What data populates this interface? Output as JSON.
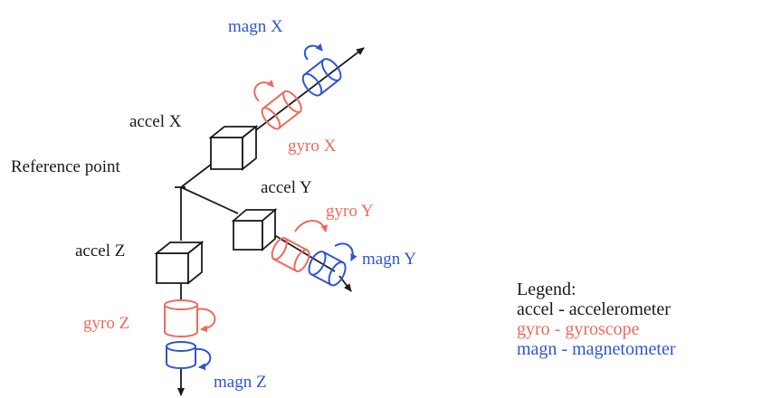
{
  "colors": {
    "black": "#1a1a1a",
    "gyro": "#f06a5a",
    "magn": "#2f54d6"
  },
  "labels": {
    "magn_x": "magn X",
    "accel_x": "accel X",
    "gyro_x": "gyro X",
    "reference_point": "Reference point",
    "accel_y": "accel Y",
    "gyro_y": "gyro Y",
    "magn_y": "magn Y",
    "accel_z": "accel Z",
    "gyro_z": "gyro Z",
    "magn_z": "magn Z"
  },
  "legend": {
    "title": "Legend:",
    "accel": "accel  - accelerometer",
    "gyro": "gyro - gyroscope",
    "magn": "magn - magnetometer"
  }
}
